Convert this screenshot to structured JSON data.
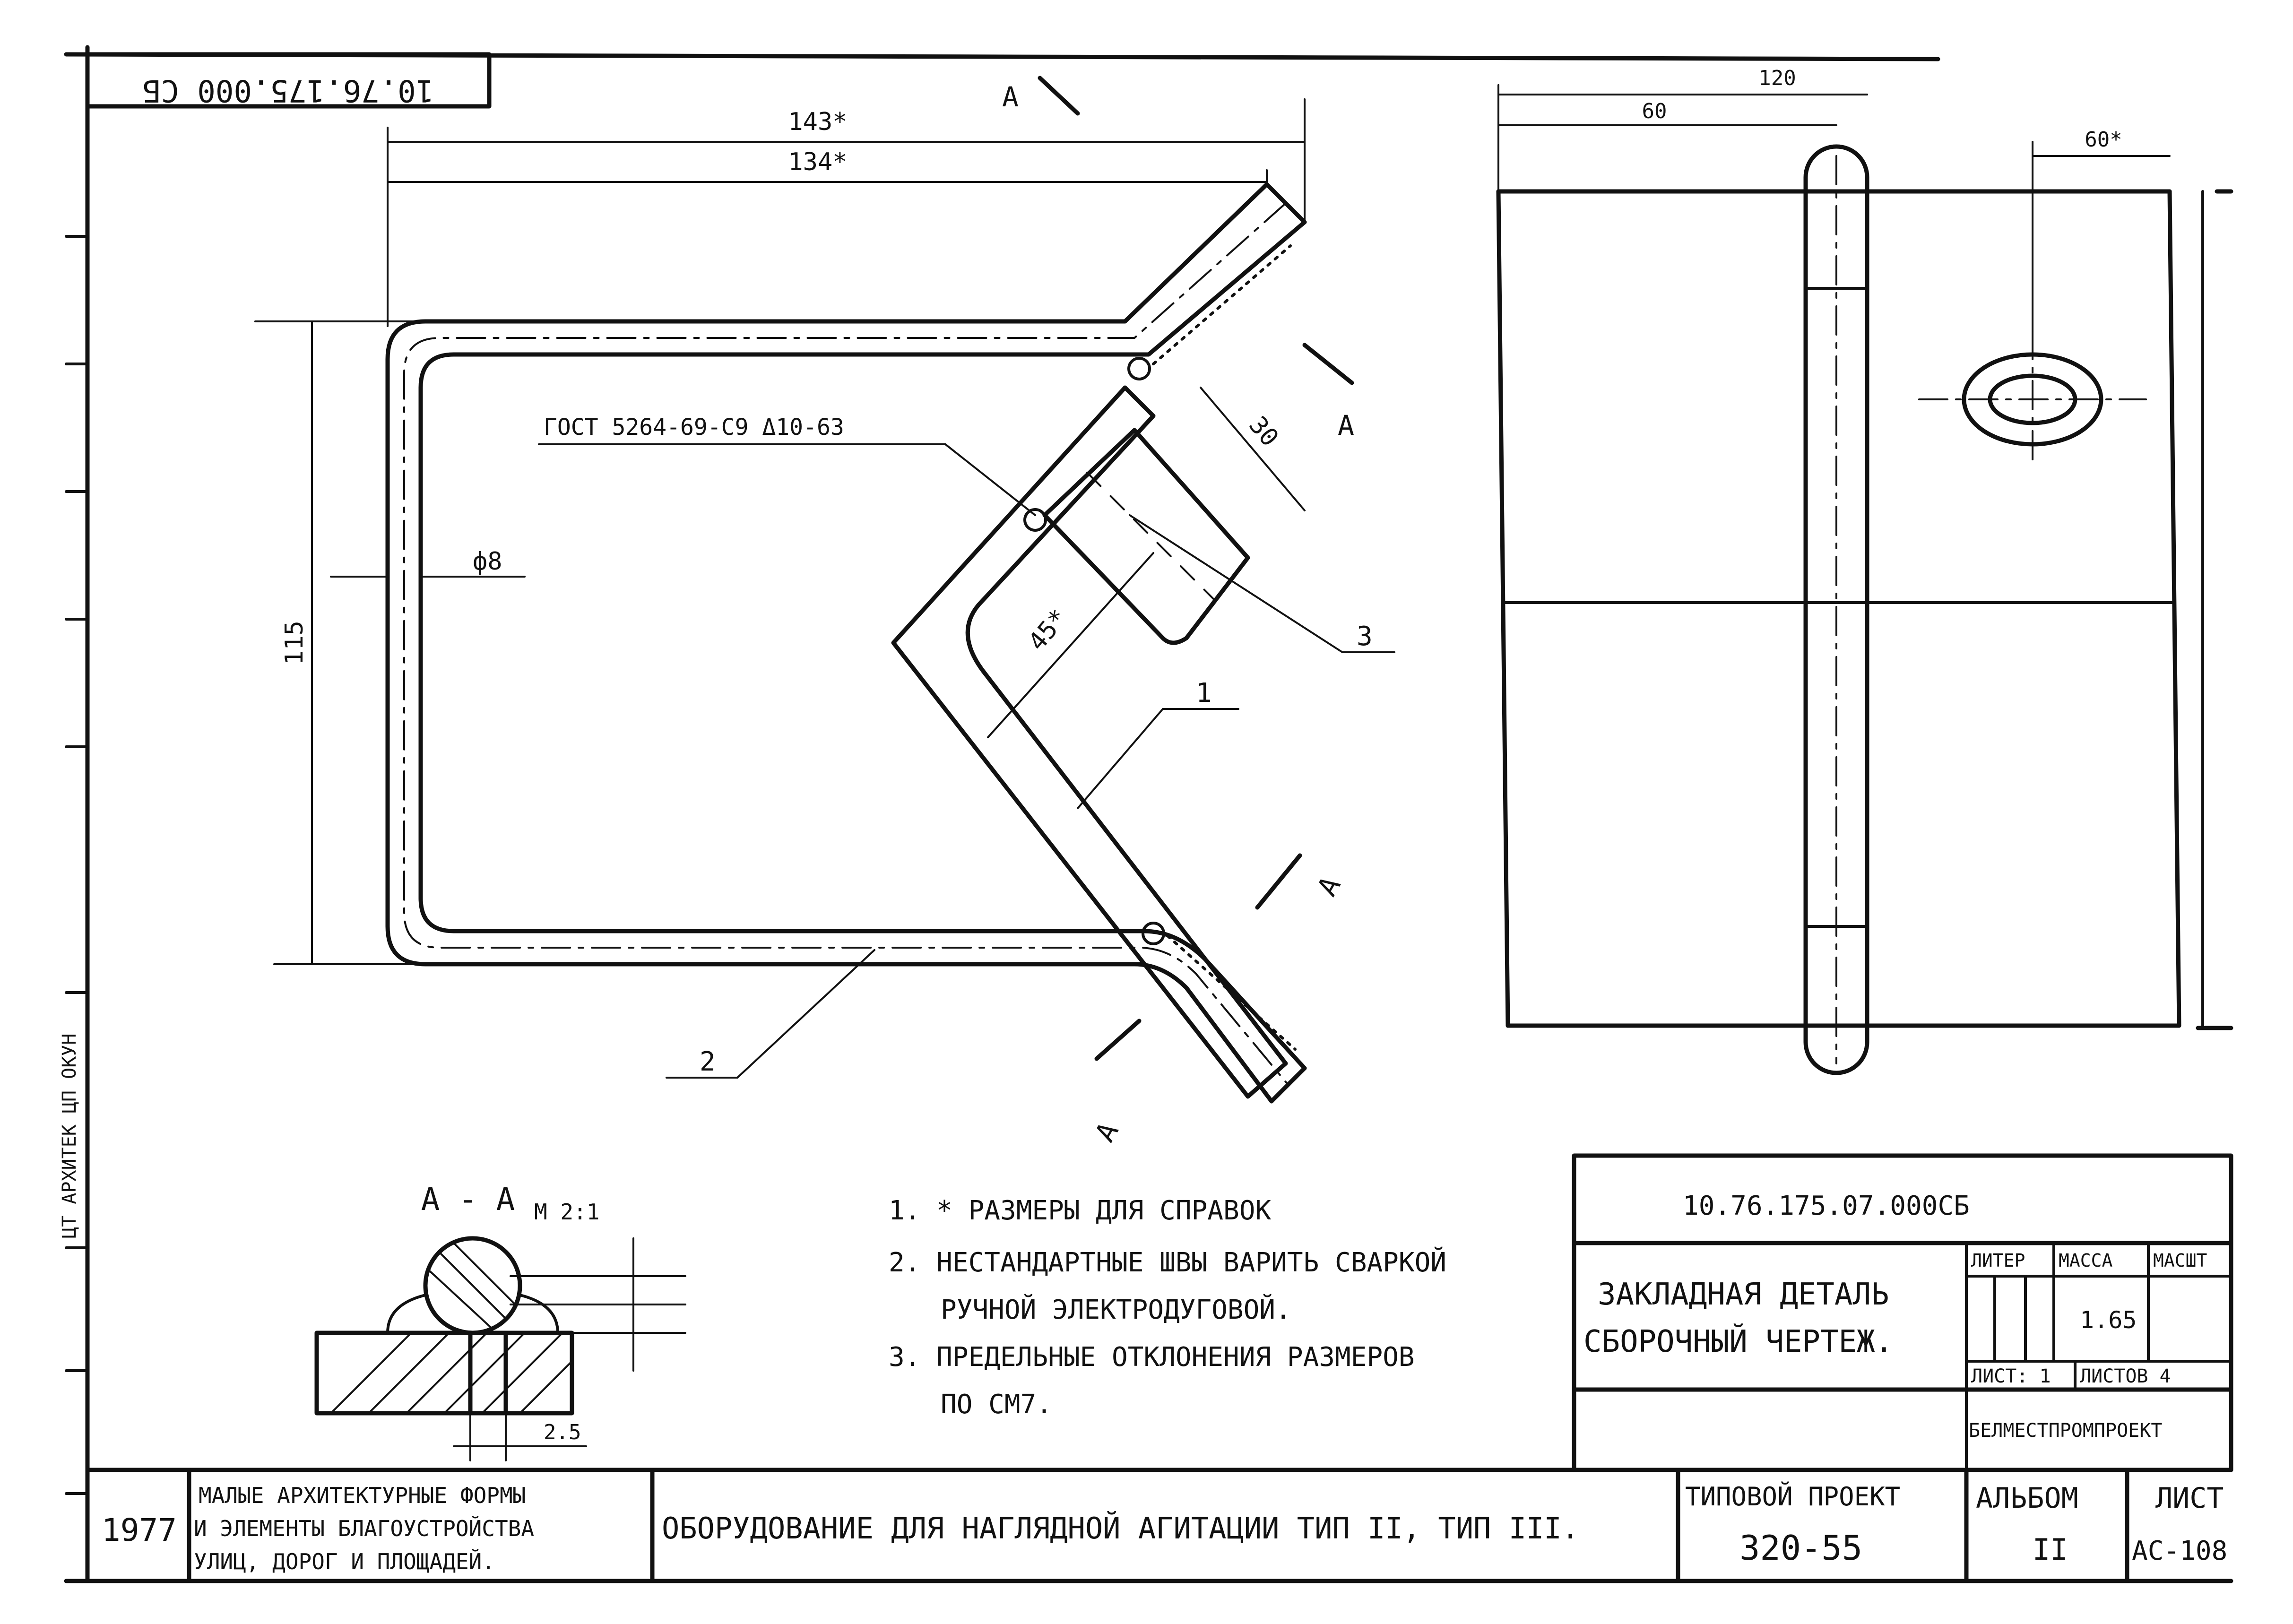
{
  "drawing_code_top": "10.76.175.000 СБ",
  "sheet_code": "10.76.175.07.000СБ",
  "part_title_line1": "ЗАКЛАДНАЯ ДЕТАЛЬ",
  "part_title_line2": "СБОРОЧНЫЙ ЧЕРТЕЖ.",
  "litera_label": "ЛИТЕР",
  "mass_label": "МАССА",
  "scale_label": "МАСШТ",
  "mass_value": "1.65",
  "sheet_label": "ЛИСТ: 1",
  "sheets_label": "ЛИСТОВ 4",
  "organization": "БЕЛМЕСТПРОМПРОЕКТ",
  "year": "1977",
  "series_line1": "МАЛЫЕ АРХИТЕКТУРНЫЕ ФОРМЫ",
  "series_line2": "И ЭЛЕМЕНТЫ БЛАГОУСТРОЙСТВА",
  "series_line3": "УЛИЦ, ДОРОГ И ПЛОЩАДЕЙ.",
  "product_title": "ОБОРУДОВАНИЕ ДЛЯ НАГЛЯДНОЙ АГИТАЦИИ ТИП II, ТИП III.",
  "project_label": "ТИПОВОЙ ПРОЕКТ",
  "project_number": "320-55",
  "album_label": "АЛЬБОМ",
  "album_number": "II",
  "list_label": "ЛИСТ",
  "list_number": "АС-108",
  "notes": [
    "1. * РАЗМЕРЫ ДЛЯ СПРАВОК",
    "2. НЕСТАНДАРТНЫЕ ШВЫ ВАРИТЬ СВАРКОЙ",
    "РУЧНОЙ ЭЛЕКТРОДУГОВОЙ.",
    "3. ПРЕДЕЛЬНЫЕ ОТКЛОНЕНИЯ РАЗМЕРОВ",
    "ПО СМ7."
  ],
  "section_title": "А - А",
  "section_scale": "М 2:1",
  "weld_ref": "ГОСТ 5264-69-С9 Δ10-63",
  "dims": {
    "d143": "143*",
    "d134": "134*",
    "d115": "115",
    "d8": "ф8",
    "d30": "30",
    "d45": "45*",
    "d120": "120",
    "d60": "60",
    "d60s": "60*",
    "d25": "2.5"
  },
  "section_marks": [
    "А",
    "А",
    "А",
    "А"
  ],
  "positions": [
    "1",
    "2",
    "3"
  ],
  "side_stamp": "ЦТ АРХИТЕК  ЦП ОКУН"
}
